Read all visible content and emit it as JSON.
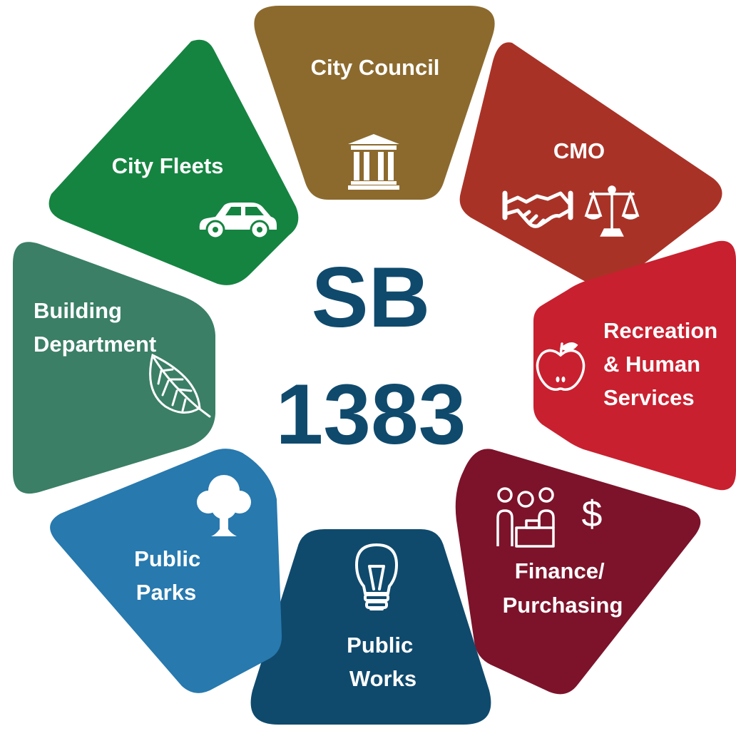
{
  "center": {
    "line1": "SB",
    "line2": "1383"
  },
  "segments": [
    {
      "id": "city-council",
      "lines": [
        "City Council"
      ],
      "color": "#8c6a2e",
      "icon": "courthouse-icon"
    },
    {
      "id": "cmo",
      "lines": [
        "CMO"
      ],
      "color": "#a93227",
      "icon": "handshake-scales-icon"
    },
    {
      "id": "recreation",
      "lines": [
        "Recreation",
        "& Human",
        "Services"
      ],
      "color": "#c8202f",
      "icon": "apple-icon"
    },
    {
      "id": "finance",
      "lines": [
        "Finance/",
        "Purchasing"
      ],
      "color": "#7c132b",
      "icon": "cashier-dollar-icon"
    },
    {
      "id": "public-works",
      "lines": [
        "Public",
        "Works"
      ],
      "color": "#0f4a6d",
      "icon": "lightbulb-icon"
    },
    {
      "id": "public-parks",
      "lines": [
        "Public",
        "Parks"
      ],
      "color": "#2779ae",
      "icon": "tree-icon"
    },
    {
      "id": "building",
      "lines": [
        "Building",
        "Department"
      ],
      "color": "#3a7f66",
      "icon": "leaf-icon"
    },
    {
      "id": "city-fleets",
      "lines": [
        "City Fleets"
      ],
      "color": "#158441",
      "icon": "car-icon"
    }
  ]
}
